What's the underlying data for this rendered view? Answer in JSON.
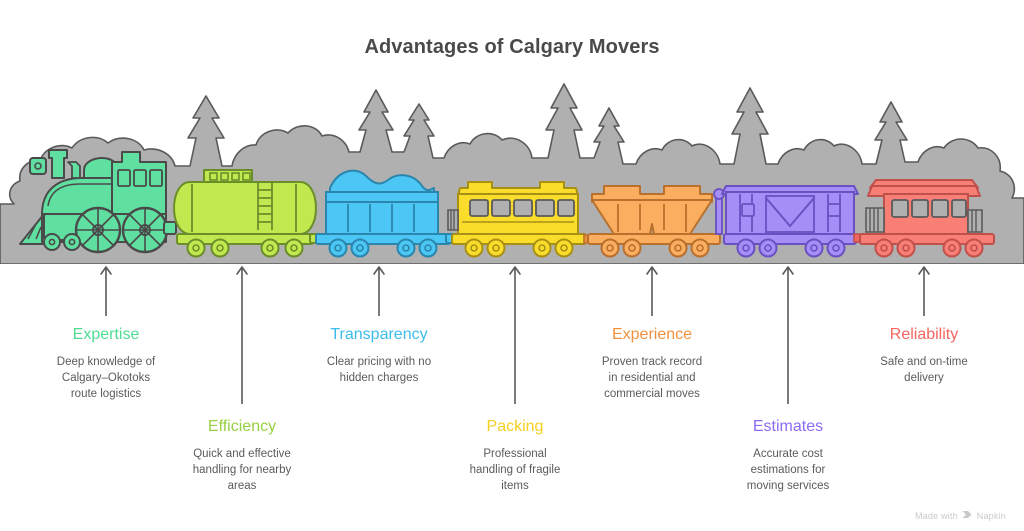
{
  "title": "Advantages of Calgary Movers",
  "watermark": {
    "text_before": "Made with",
    "brand": "Napkin",
    "logo_icon": "napkin-logo-icon"
  },
  "palette": {
    "title_color": "#4a4a4a",
    "description_color": "#5b5b5b",
    "forest_fill": "#b0b0b0",
    "forest_stroke": "#5a5a5a",
    "arrow_color": "#5a5a5a",
    "background": "#ffffff"
  },
  "items": [
    {
      "id": "expertise",
      "title": "Expertise",
      "description": "Deep knowledge of Calgary–Okotoks route logistics",
      "description_lines": [
        "Deep knowledge of",
        "Calgary–Okotoks",
        "route logistics"
      ],
      "color": "#4fdc91",
      "car_type": "steam-locomotive",
      "car_fill": "#5fe0a0",
      "car_stroke": "#4a4a4a",
      "position": "below"
    },
    {
      "id": "efficiency",
      "title": "Efficiency",
      "description": "Quick and effective handling for nearby areas",
      "description_lines": [
        "Quick and effective",
        "handling for nearby",
        "areas"
      ],
      "color": "#96d13f",
      "car_type": "tank-car",
      "car_fill": "#c2e84f",
      "car_stroke": "#6a8f2a",
      "position": "lower"
    },
    {
      "id": "transparency",
      "title": "Transparency",
      "description": "Clear pricing with no hidden charges",
      "description_lines": [
        "Clear pricing with no",
        "hidden charges"
      ],
      "color": "#3cbcec",
      "car_type": "gondola-car",
      "car_fill": "#4cc7f5",
      "car_stroke": "#2a86ad",
      "position": "below"
    },
    {
      "id": "packing",
      "title": "Packing",
      "description": "Professional handling of fragile items",
      "description_lines": [
        "Professional",
        "handling of fragile",
        "items"
      ],
      "color": "#f5d020",
      "car_type": "passenger-coach",
      "car_fill": "#fadc2a",
      "car_stroke": "#a89015",
      "position": "lower"
    },
    {
      "id": "experience",
      "title": "Experience",
      "description": "Proven track record in residential and commercial moves",
      "description_lines": [
        "Proven track record",
        "in residential and",
        "commercial moves"
      ],
      "color": "#f2913d",
      "car_type": "hopper-car",
      "car_fill": "#fbae5f",
      "car_stroke": "#b9702c",
      "position": "below"
    },
    {
      "id": "estimates",
      "title": "Estimates",
      "description": "Accurate cost estimations for moving services",
      "description_lines": [
        "Accurate cost",
        "estimations for",
        "moving services"
      ],
      "color": "#8b6bf5",
      "car_type": "box-car",
      "car_fill": "#a68ef7",
      "car_stroke": "#6a50c0",
      "position": "lower"
    },
    {
      "id": "reliability",
      "title": "Reliability",
      "description": "Safe and on-time delivery",
      "description_lines": [
        "Safe and on-time",
        "delivery"
      ],
      "color": "#f4655f",
      "car_type": "caboose",
      "car_fill": "#f97f76",
      "car_stroke": "#c0504a",
      "position": "below"
    }
  ]
}
